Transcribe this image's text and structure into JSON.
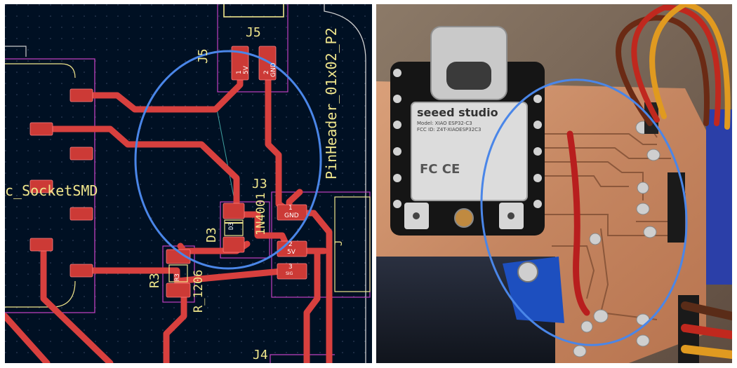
{
  "pcb_view": {
    "refs": {
      "j5_top": "J5",
      "j5_side": "J5",
      "j3": "J3",
      "j4": "J4",
      "d3": "D3",
      "r3": "R3",
      "d3_value": "1N4001",
      "r3_value": "R_1206",
      "d3_pad_text": "D3",
      "r3_pad_text": "R3"
    },
    "footprint_labels": {
      "pin_header": "PinHeader_01x02_P2",
      "socket": "c_SocketSMD",
      "j3_side": "J"
    },
    "pad_labels": {
      "j5_pin1_num": "1",
      "j5_pin1_name": "5V",
      "j5_pin2_num": "2",
      "j5_pin2_name": "GND",
      "j3_pin1_num": "1",
      "j3_pin1_name": "GND",
      "j3_pin2_num": "2",
      "j3_pin2_name": "5V",
      "j3_pin3_num": "3",
      "j3_pin3_name": "SIG"
    }
  },
  "photo_view": {
    "module_brand": "seeed studio",
    "module_text_1": "Model: XIAO ESP32-C3",
    "module_text_2": "FCC ID: Z4T-XIAOESP32C3",
    "module_logos": "FC  CE"
  },
  "colors": {
    "pcb_background": "#001023",
    "copper_trace": "#d8403e",
    "pad": "#cc3a36",
    "silkscreen": "#f0e68c",
    "courtyard": "#c040c0",
    "highlight_ellipse": "#4a86e8",
    "copper_board": "#c88a60"
  }
}
